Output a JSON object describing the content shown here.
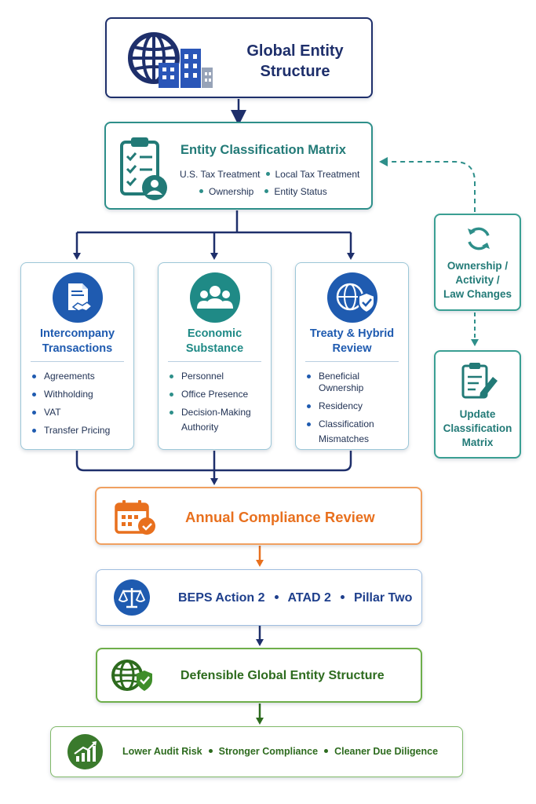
{
  "nodes": {
    "top": {
      "title_line1": "Global Entity",
      "title_line2": "Structure",
      "icon": "globe-buildings-icon"
    },
    "matrix": {
      "title": "Entity Classification Matrix",
      "items": [
        "U.S. Tax Treatment",
        "Local Tax Treatment",
        "Ownership",
        "Entity Status"
      ],
      "icon": "clipboard-checklist-icon"
    },
    "columns": [
      {
        "title_line1": "Intercompany",
        "title_line2": "Transactions",
        "icon": "document-handshake-icon",
        "color": "#1f5bb0",
        "items": [
          "Agreements",
          "Withholding",
          "VAT",
          "Transfer Pricing"
        ]
      },
      {
        "title_line1": "Economic",
        "title_line2": "Substance",
        "icon": "people-group-icon",
        "color": "#1f8a86",
        "items": [
          "Personnel",
          "Office Presence",
          "Decision-Making",
          "Authority"
        ]
      },
      {
        "title_line1": "Treaty & Hybrid",
        "title_line2": "Review",
        "icon": "globe-shield-icon",
        "color": "#1f5bb0",
        "items": [
          "Beneficial Ownership",
          "Residency",
          "Classification",
          "Mismatches"
        ]
      }
    ],
    "side_trigger": {
      "line1": "Ownership /",
      "line2": "Activity /",
      "line3": "Law Changes",
      "icon": "refresh-cycle-icon"
    },
    "side_update": {
      "line1": "Update",
      "line2": "Classification",
      "line3": "Matrix",
      "icon": "clipboard-edit-icon"
    },
    "annual": {
      "title": "Annual Compliance Review",
      "icon": "calendar-check-icon"
    },
    "beps": {
      "items": [
        "BEPS Action 2",
        "ATAD 2",
        "Pillar Two"
      ],
      "icon": "scales-icon"
    },
    "defensible": {
      "title": "Defensible Global Entity Structure",
      "icon": "globe-check-icon"
    },
    "outcomes": {
      "items": [
        "Lower Audit Risk",
        "Stronger Compliance",
        "Cleaner Due Diligence"
      ],
      "icon": "growth-chart-icon"
    }
  },
  "colors": {
    "navy": "#1e2f6b",
    "teal": "#2e8f8a",
    "blue": "#1f5bb0",
    "orange": "#e8701e",
    "green": "#2d6b1e"
  }
}
